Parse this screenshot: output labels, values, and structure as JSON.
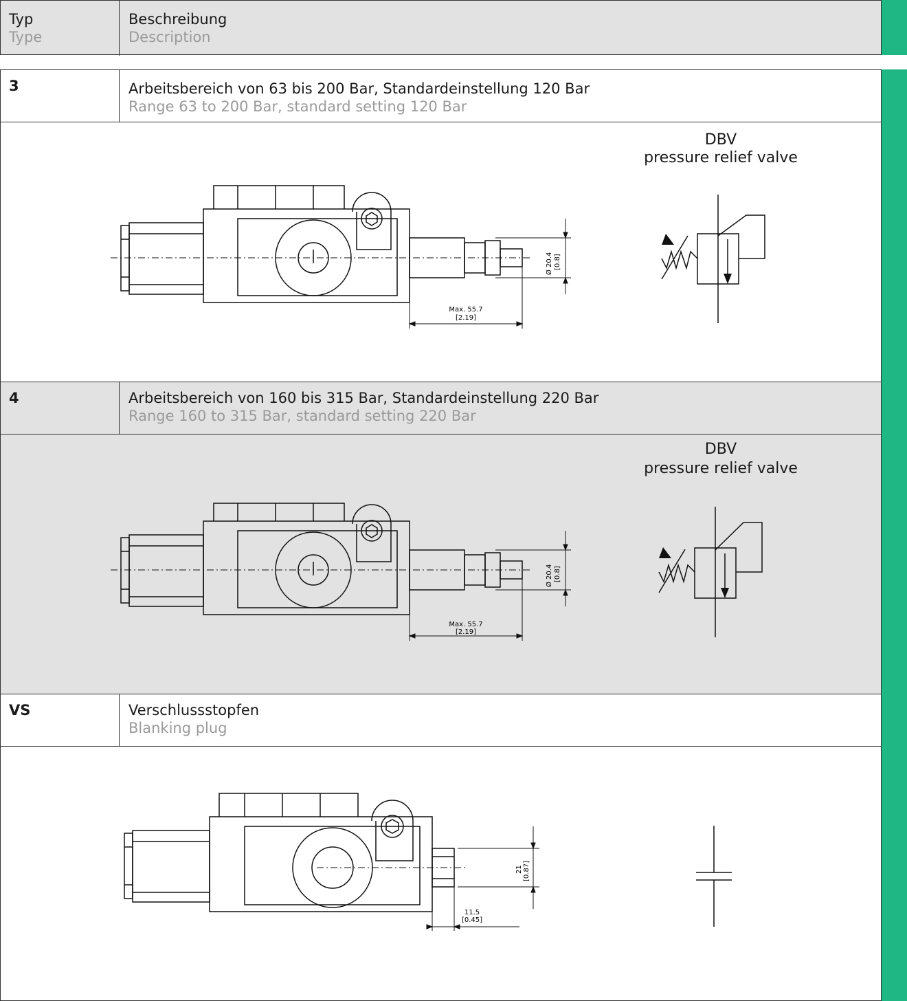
{
  "header": {
    "col1_de": "Typ",
    "col1_en": "Type",
    "col2_de": "Beschreibung",
    "col2_en": "Description"
  },
  "rows": [
    {
      "code": "3",
      "desc_de": "Arbeitsbereich von 63 bis 200 Bar, Standardeinstellung 120 Bar",
      "desc_en": "Range 63 to 200 Bar, standard setting 120 Bar",
      "symbol_title": "DBV",
      "symbol_subtitle": "pressure relief valve",
      "dim_dia": "Ø 20.4",
      "dim_dia_in": "[0.8]",
      "dim_len": "Max. 55.7",
      "dim_len_in": "[2.19]"
    },
    {
      "code": "4",
      "desc_de": "Arbeitsbereich von 160 bis 315 Bar, Standardeinstellung 220 Bar",
      "desc_en": "Range 160 to 315 Bar, standard setting 220 Bar",
      "symbol_title": "DBV",
      "symbol_subtitle": "pressure relief valve",
      "dim_dia": "Ø 20.4",
      "dim_dia_in": "[0.8]",
      "dim_len": "Max. 55.7",
      "dim_len_in": "[2.19]"
    },
    {
      "code": "VS",
      "desc_de": "Verschlussstopfen",
      "desc_en": "Blanking plug",
      "dim_dia": "21",
      "dim_dia_in": "[0.87]",
      "dim_len": "11.5",
      "dim_len_in": "[0.45]"
    }
  ],
  "colors": {
    "accent": "#1fb783",
    "row_gray": "#e2e2e2"
  }
}
